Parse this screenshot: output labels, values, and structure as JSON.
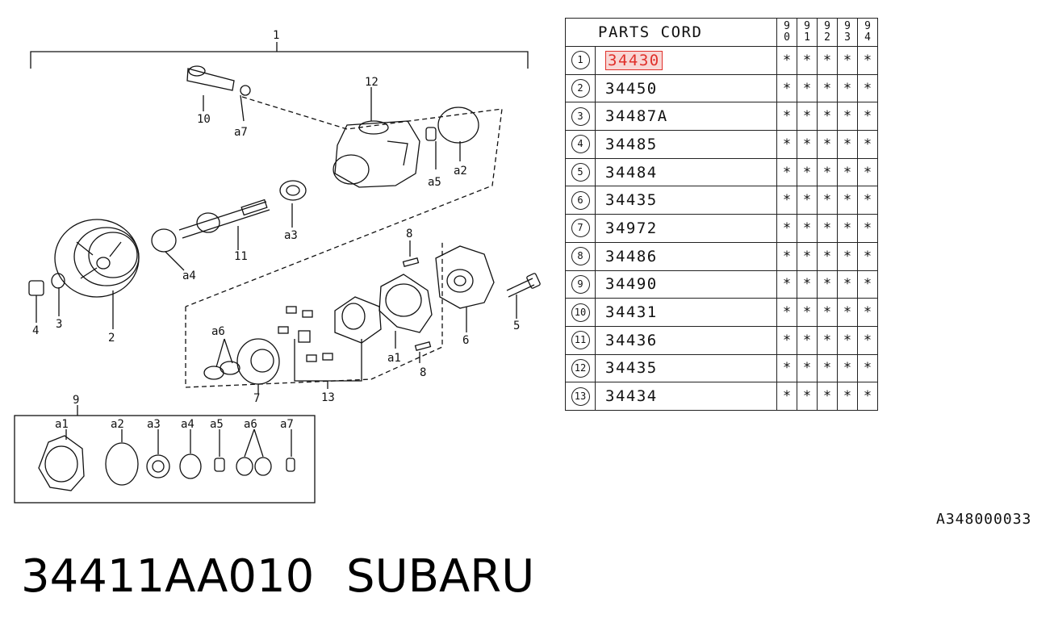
{
  "diagram": {
    "labels": {
      "l1": "1",
      "l12": "12",
      "l10": "10",
      "la7": "a7",
      "la5": "a5",
      "la2": "a2",
      "l11": "11",
      "la3": "a3",
      "la4": "a4",
      "l4": "4",
      "l3": "3",
      "l2": "2",
      "l8a": "8",
      "l8b": "8",
      "la6": "a6",
      "la1": "a1",
      "l6": "6",
      "l5": "5",
      "l7": "7",
      "l13": "13",
      "l9": "9"
    },
    "kit_labels": [
      "a1",
      "a2",
      "a3",
      "a4",
      "a5",
      "a6",
      "a7"
    ]
  },
  "table": {
    "header_title": "PARTS CORD",
    "year_columns": [
      [
        "9",
        "0"
      ],
      [
        "9",
        "1"
      ],
      [
        "9",
        "2"
      ],
      [
        "9",
        "3"
      ],
      [
        "9",
        "4"
      ]
    ],
    "rows": [
      {
        "idx": "1",
        "code": "34430",
        "marks": [
          "*",
          "*",
          "*",
          "*",
          "*"
        ],
        "highlighted": true
      },
      {
        "idx": "2",
        "code": "34450",
        "marks": [
          "*",
          "*",
          "*",
          "*",
          "*"
        ]
      },
      {
        "idx": "3",
        "code": "34487A",
        "marks": [
          "*",
          "*",
          "*",
          "*",
          "*"
        ]
      },
      {
        "idx": "4",
        "code": "34485",
        "marks": [
          "*",
          "*",
          "*",
          "*",
          "*"
        ]
      },
      {
        "idx": "5",
        "code": "34484",
        "marks": [
          "*",
          "*",
          "*",
          "*",
          "*"
        ]
      },
      {
        "idx": "6",
        "code": "34435",
        "marks": [
          "*",
          "*",
          "*",
          "*",
          "*"
        ]
      },
      {
        "idx": "7",
        "code": "34972",
        "marks": [
          "*",
          "*",
          "*",
          "*",
          "*"
        ]
      },
      {
        "idx": "8",
        "code": "34486",
        "marks": [
          "*",
          "*",
          "*",
          "*",
          "*"
        ]
      },
      {
        "idx": "9",
        "code": "34490",
        "marks": [
          "*",
          "*",
          "*",
          "*",
          "*"
        ]
      },
      {
        "idx": "10",
        "code": "34431",
        "marks": [
          "*",
          "*",
          "*",
          "*",
          "*"
        ]
      },
      {
        "idx": "11",
        "code": "34436",
        "marks": [
          "*",
          "*",
          "*",
          "*",
          "*"
        ]
      },
      {
        "idx": "12",
        "code": "34435",
        "marks": [
          "*",
          "*",
          "*",
          "*",
          "*"
        ]
      },
      {
        "idx": "13",
        "code": "34434",
        "marks": [
          "*",
          "*",
          "*",
          "*",
          "*"
        ]
      }
    ]
  },
  "reference_code": "A348000033",
  "footer": {
    "part_number": "34411AA010",
    "brand": "SUBARU"
  },
  "colors": {
    "highlight": "#e0302a",
    "highlight_fill": "#f8d7d5",
    "ink": "#111111"
  }
}
